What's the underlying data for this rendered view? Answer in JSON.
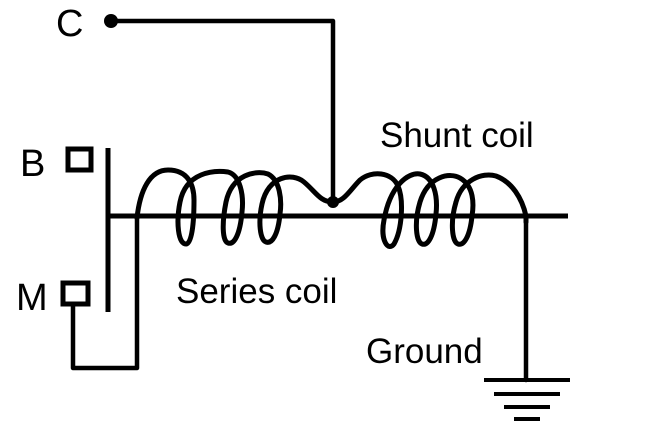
{
  "diagram": {
    "labels": {
      "terminal_c": "C",
      "terminal_b": "B",
      "terminal_m": "M",
      "shunt_coil": "Shunt coil",
      "series_coil": "Series coil",
      "ground": "Ground"
    }
  }
}
